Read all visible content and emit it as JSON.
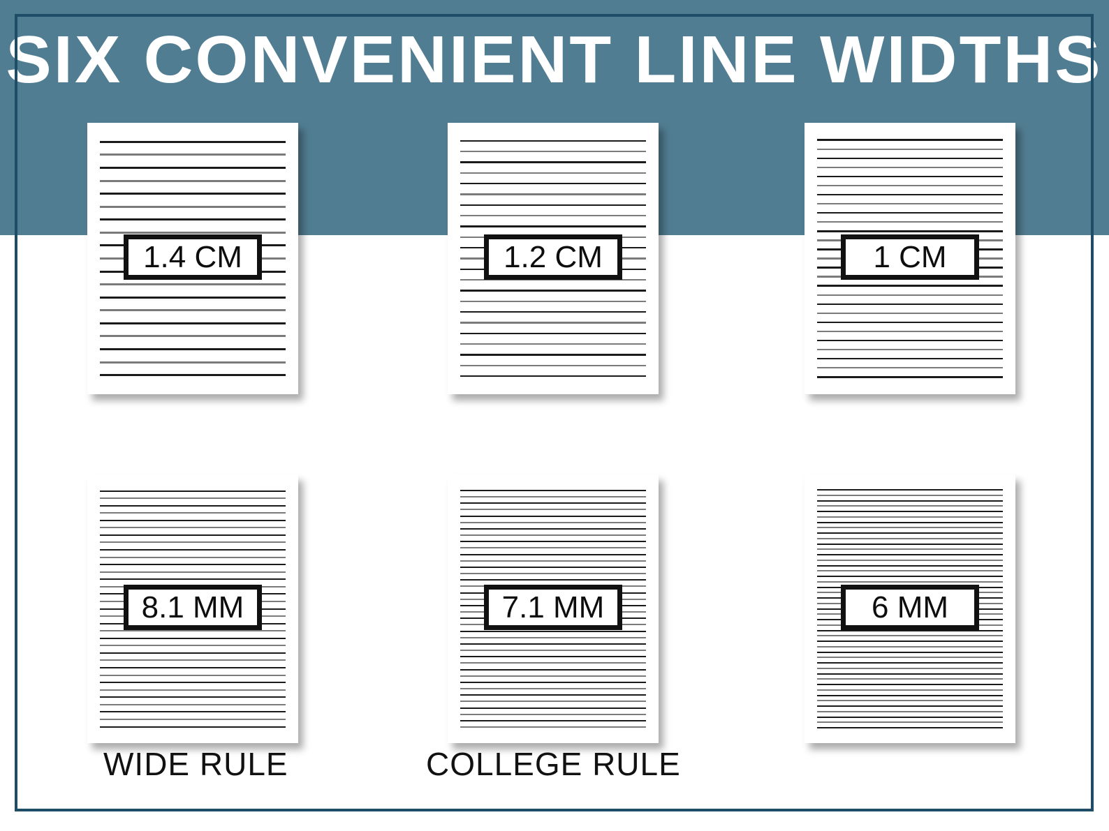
{
  "poster": {
    "title": "SIX CONVENIENT LINE WIDTHS",
    "header_bg": "#517d92",
    "frame_color": "#1f4d68",
    "page_bg": "#ffffff",
    "rule_line_color": "#1a1a1a",
    "rule_line_soft_color": "#7b7b7b",
    "measure_box_border": "#111111"
  },
  "papers": [
    {
      "id": "paper-1-4-cm",
      "measurement": "1.4 CM",
      "row": "top",
      "column": 1,
      "line_count": 19,
      "caption": ""
    },
    {
      "id": "paper-1-2-cm",
      "measurement": "1.2 CM",
      "row": "top",
      "column": 2,
      "line_count": 23,
      "caption": ""
    },
    {
      "id": "paper-1-cm",
      "measurement": "1 CM",
      "row": "top",
      "column": 3,
      "line_count": 27,
      "caption": ""
    },
    {
      "id": "paper-8-1-mm",
      "measurement": "8.1 MM",
      "row": "bottom",
      "column": 1,
      "line_count": 33,
      "caption": "WIDE RULE"
    },
    {
      "id": "paper-7-1-mm",
      "measurement": "7.1 MM",
      "row": "bottom",
      "column": 2,
      "line_count": 38,
      "caption": "COLLEGE RULE"
    },
    {
      "id": "paper-6-mm",
      "measurement": "6 MM",
      "row": "bottom",
      "column": 3,
      "line_count": 45,
      "caption": ""
    }
  ],
  "captions": {
    "wide_rule": "WIDE RULE",
    "college_rule": "COLLEGE RULE"
  },
  "chart_data": {
    "type": "table",
    "title": "SIX CONVENIENT LINE WIDTHS",
    "xlabel": "",
    "ylabel": "",
    "categories": [
      "1.4 CM",
      "1.2 CM",
      "1 CM",
      "8.1 MM",
      "7.1 MM",
      "6 MM"
    ],
    "values": [
      14,
      12,
      10,
      8.1,
      7.1,
      6
    ],
    "units": "mm",
    "annotations": [
      "WIDE RULE",
      "COLLEGE RULE"
    ],
    "legend": []
  }
}
